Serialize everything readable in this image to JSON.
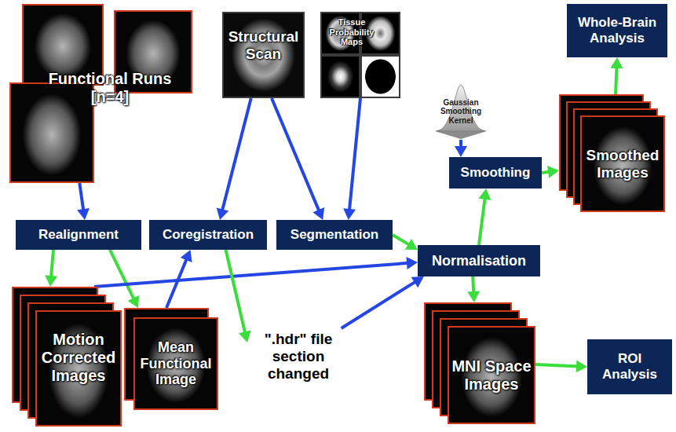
{
  "diagram": {
    "nodes": [
      {
        "text": [
          "Functional Runs [n=4]"
        ]
      },
      {
        "text": [
          "Structural Scan"
        ]
      },
      {
        "text": [
          "Tissue Probability Maps"
        ]
      },
      {
        "text": [
          "Whole-Brain Analysis"
        ]
      },
      {
        "text": [
          "Gaussian Smoothing Kernel"
        ]
      },
      {
        "text": [
          "Smoothing"
        ]
      },
      {
        "text": [
          "Smoothed Images"
        ]
      },
      {
        "text": [
          "Realignment"
        ]
      },
      {
        "text": [
          "Coregistration"
        ]
      },
      {
        "text": [
          "Segmentation"
        ]
      },
      {
        "text": [
          "Normalisation"
        ]
      },
      {
        "text": [
          "Motion Corrected Images"
        ]
      },
      {
        "text": [
          "Mean Functional Image"
        ]
      },
      {
        "text": [
          "\".hdr\" file section changed"
        ]
      },
      {
        "text": [
          "MNI Space Images"
        ]
      },
      {
        "text": [
          "ROI Analysis"
        ]
      }
    ],
    "edges": [
      {
        "from": 0,
        "to": 7,
        "arrow": "to"
      },
      {
        "from": 1,
        "to": 8,
        "arrow": "to"
      },
      {
        "from": 1,
        "to": 9,
        "arrow": "to"
      },
      {
        "from": 2,
        "to": 9,
        "arrow": "to"
      },
      {
        "from": 7,
        "to": 11,
        "arrow": "to"
      },
      {
        "from": 7,
        "to": 12,
        "arrow": "to"
      },
      {
        "from": 12,
        "to": 8,
        "arrow": "to"
      },
      {
        "from": 11,
        "to": 10,
        "arrow": "to"
      },
      {
        "from": 8,
        "to": 13,
        "arrow": "to"
      },
      {
        "from": 13,
        "to": 10,
        "arrow": "to"
      },
      {
        "from": 9,
        "to": 10,
        "arrow": "to"
      },
      {
        "from": 10,
        "to": 5,
        "arrow": "to"
      },
      {
        "from": 4,
        "to": 5,
        "arrow": "to"
      },
      {
        "from": 5,
        "to": 6,
        "arrow": "to"
      },
      {
        "from": 6,
        "to": 3,
        "arrow": "to"
      },
      {
        "from": 10,
        "to": 14,
        "arrow": "to"
      },
      {
        "from": 14,
        "to": 15,
        "arrow": "to"
      }
    ]
  }
}
